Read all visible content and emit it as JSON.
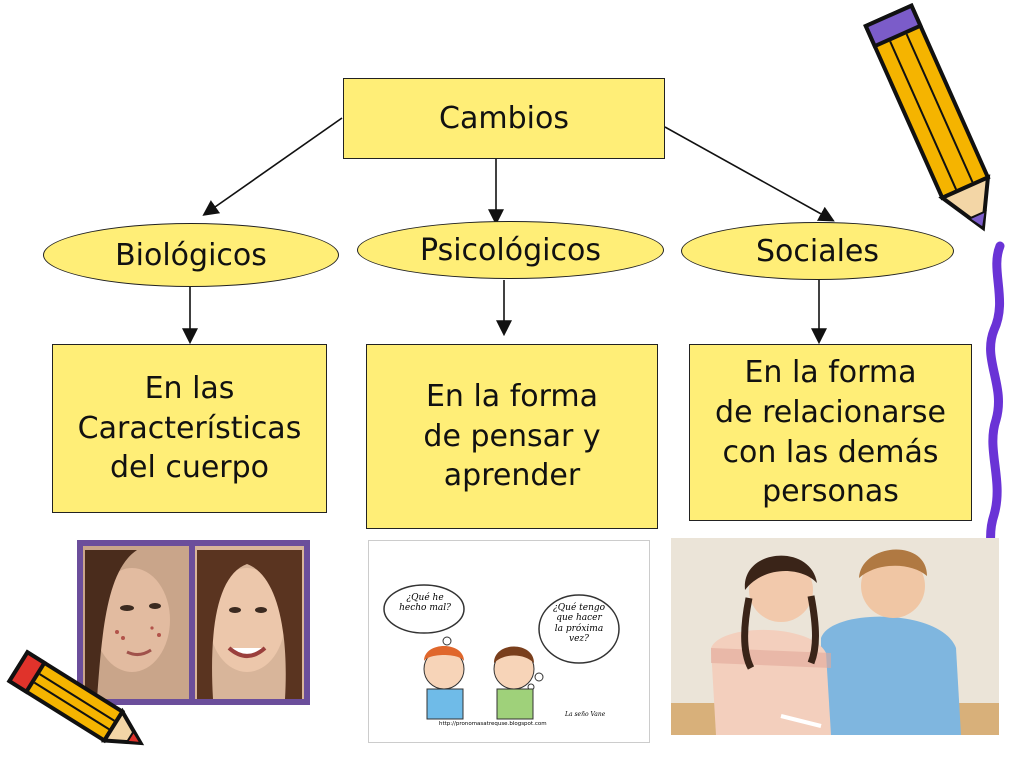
{
  "colors": {
    "box_fill": "#ffee77",
    "border": "#222222",
    "photo_frame": "#6b4e9b",
    "pencil_body": "#f5b400",
    "pencil_tip": "#7b5cc9",
    "squiggle": "#6a33d6"
  },
  "diagram": {
    "root": {
      "label": "Cambios"
    },
    "categories": [
      {
        "label": "Biológicos",
        "detail": "En las\nCaracterísticas\ndel cuerpo"
      },
      {
        "label": "Psicológicos",
        "detail": "En la forma\nde pensar y\naprender"
      },
      {
        "label": "Sociales",
        "detail": "En la forma\nde relacionarse\ncon las demás\npersonas"
      }
    ]
  },
  "cartoon": {
    "bubble_left": "¿Qué he\nhecho mal?",
    "bubble_right": "¿Qué tengo\nque hacer\nla próxima\nvez?",
    "signature": "La seño Vane",
    "url": "http://pronomasatrequse.blogspot.com"
  },
  "icons": [
    "pencil-icon",
    "pencil-icon"
  ]
}
